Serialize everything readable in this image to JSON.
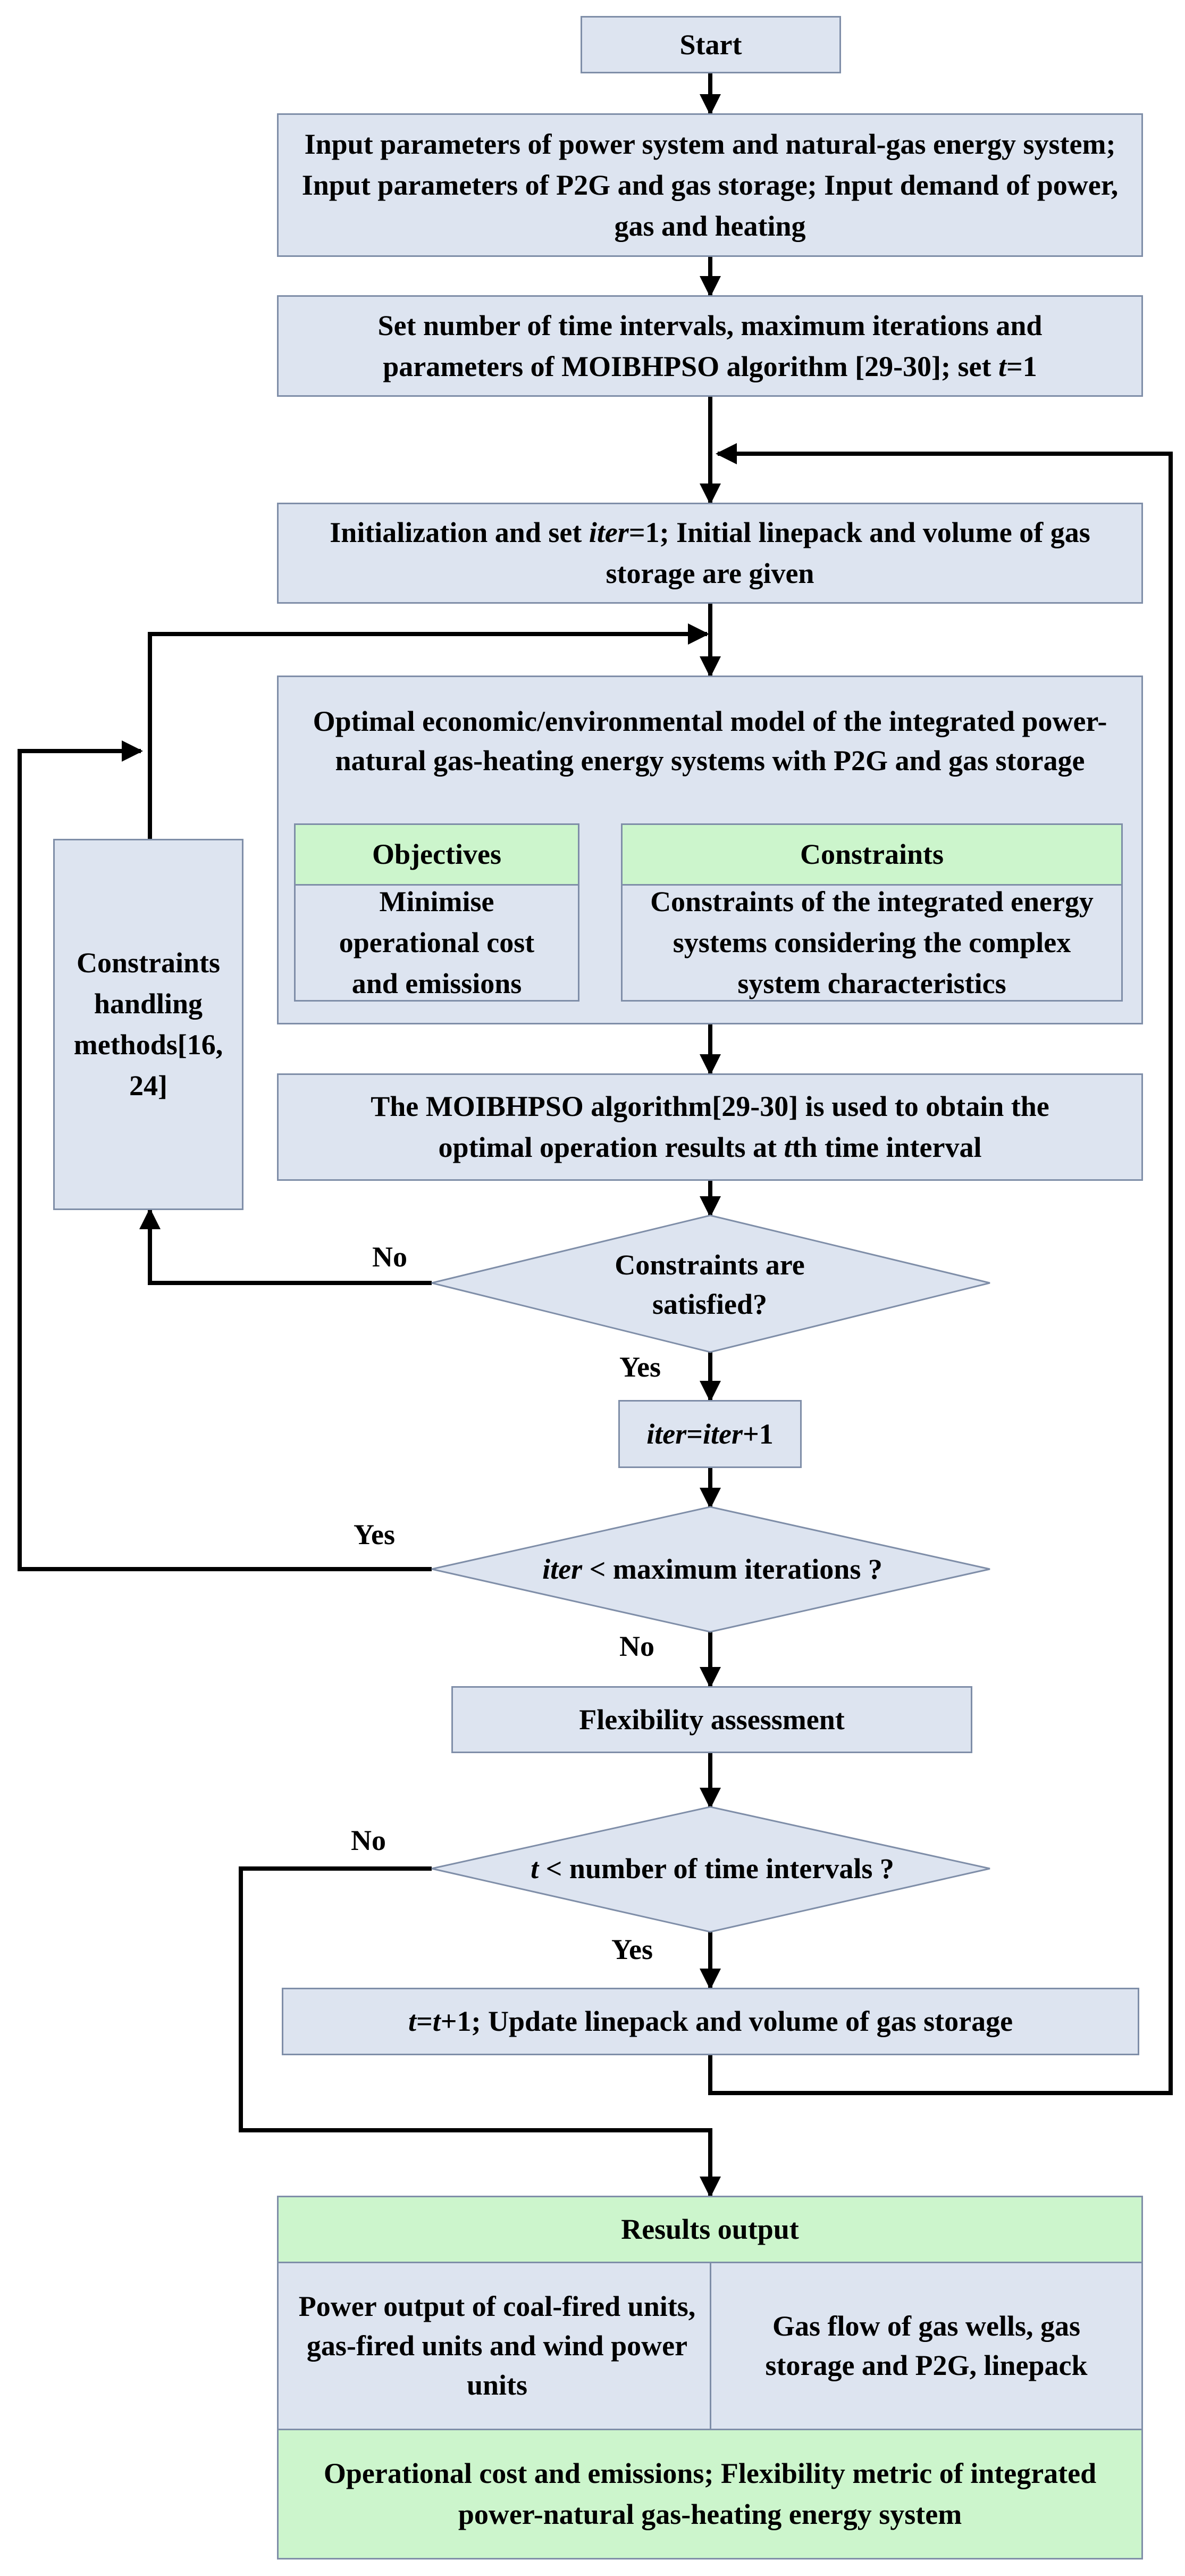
{
  "start": "Start",
  "input_params": "Input parameters of power system and natural-gas energy system; Input parameters of P2G and gas storage; Input demand of power, gas and heating",
  "set_params": {
    "before": "Set number of  time intervals, maximum iterations and parameters of MOIBHPSO algorithm [29-30]; set ",
    "var": "t",
    "after": "=1"
  },
  "init": {
    "before": "Initialization and set ",
    "var": "iter",
    "after": "=1;  Initial linepack and volume of gas storage are given"
  },
  "model": {
    "title": "Optimal economic/environmental model of the integrated power-natural gas-heating energy systems with P2G and gas storage",
    "objectives_header": "Objectives",
    "objectives_body": "Minimise operational cost and emissions",
    "constraints_header": "Constraints",
    "constraints_body": "Constraints of the integrated energy systems considering the complex system characteristics"
  },
  "constraints_handling": "Constraints handling methods[16, 24]",
  "moibhpso": {
    "line1": "The MOIBHPSO algorithm[29-30] is used to obtain the",
    "line2_before": "optimal operation results at ",
    "line2_var": "t",
    "line2_after": "th time interval"
  },
  "decision1": {
    "text": "Constraints are satisfied?",
    "yes": "Yes",
    "no": "No"
  },
  "iter_increment": {
    "var1": "iter",
    "eq": "=",
    "var2": "iter",
    "after": "+1"
  },
  "decision2": {
    "var": "iter",
    "text": " < maximum iterations ?",
    "yes": "Yes",
    "no": "No"
  },
  "flexibility": "Flexibility assessment",
  "decision3": {
    "var": "t",
    "text": " < number of time intervals ?",
    "yes": "Yes",
    "no": "No"
  },
  "update": {
    "var1": "t",
    "eq": "=",
    "var2": "t",
    "after": "+1; Update linepack and volume of gas storage"
  },
  "results": {
    "header": "Results output",
    "left": "Power output of coal-fired units, gas-fired units and wind power units",
    "right": "Gas flow of gas wells, gas storage and P2G, linepack",
    "bottom": "Operational cost and emissions; Flexibility metric of integrated power-natural gas-heating energy system"
  },
  "colors": {
    "box_fill": "#dde4f0",
    "box_border": "#7f8ea8",
    "green_fill": "#ccf5cc",
    "line": "#000000"
  }
}
